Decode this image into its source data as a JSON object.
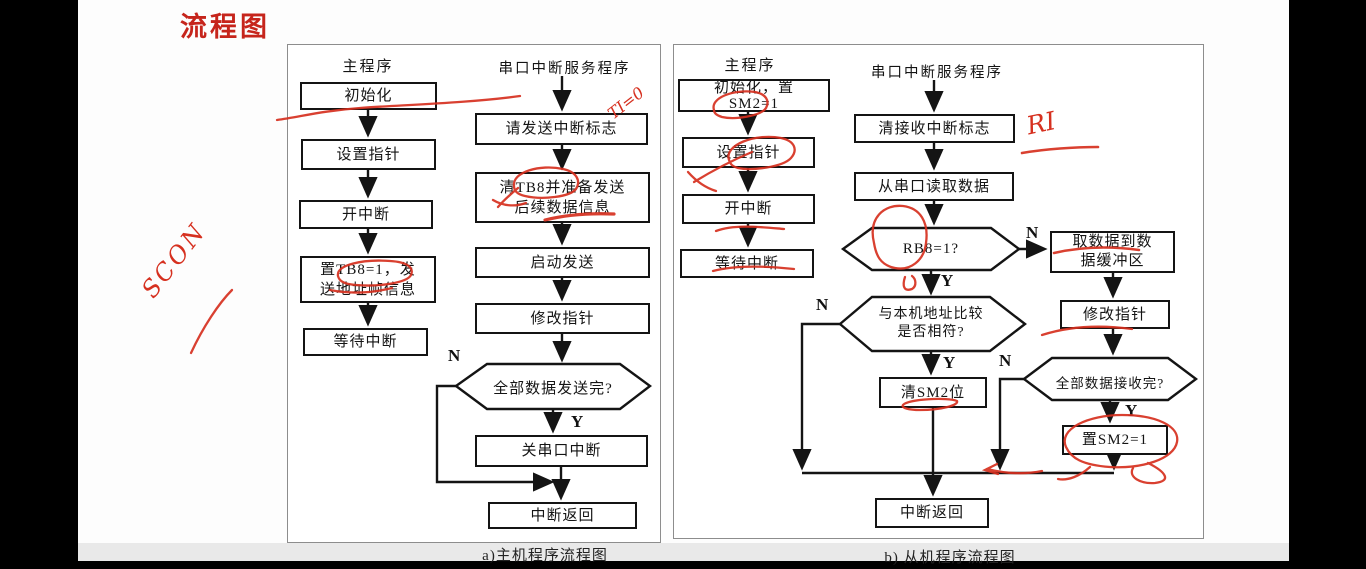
{
  "title": "流程图",
  "colors": {
    "ink_red": "#d6301f",
    "title_red": "#c6251c",
    "line_black": "#141414"
  },
  "panel_a": {
    "caption": "a)主机程序流程图",
    "main_header": "主程序",
    "isr_header": "串口中断服务程序",
    "box_init": "初始化",
    "box_set_pointer": "设置指针",
    "box_enable_int": "开中断",
    "box_tb8_l1": "置TB8=1，发",
    "box_tb8_l2": "送地址帧信息",
    "box_wait_int": "等待中断",
    "box_clear_ti": "请发送中断标志",
    "box_clear_tb8_l1": "清TB8并准备发送",
    "box_clear_tb8_l2": "后续数据信息",
    "box_start_send": "启动发送",
    "box_modify_pointer": "修改指针",
    "decision_all_sent": "全部数据发送完?",
    "box_close_serial_int": "关串口中断",
    "box_int_return": "中断返回",
    "label_n": "N",
    "label_y": "Y"
  },
  "panel_b": {
    "caption": "b) 从机程序流程图",
    "main_header": "主程序",
    "isr_header": "串口中断服务程序",
    "box_init_l1": "初始化，置",
    "box_init_l2": "SM2=1",
    "box_set_pointer": "设置指针",
    "box_enable_int": "开中断",
    "box_wait_int": "等待中断",
    "box_clear_ri": "清接收中断标志",
    "box_read_serial": "从串口读取数据",
    "decision_rb8": "RB8=1?",
    "box_fetch_l1": "取数据到数",
    "box_fetch_l2": "据缓冲区",
    "box_modify_pointer": "修改指针",
    "decision_all_received": "全部数据接收完?",
    "box_set_sm2": "置SM2=1",
    "decision_addr_l1": "与本机地址比较",
    "decision_addr_l2": "是否相符?",
    "box_clear_sm2": "清SM2位",
    "box_int_return": "中断返回",
    "label_n": "N",
    "label_y": "Y"
  },
  "annotations": {
    "scon": "SCON",
    "ti_flag": "TI=0",
    "ri_flag": "RI"
  }
}
